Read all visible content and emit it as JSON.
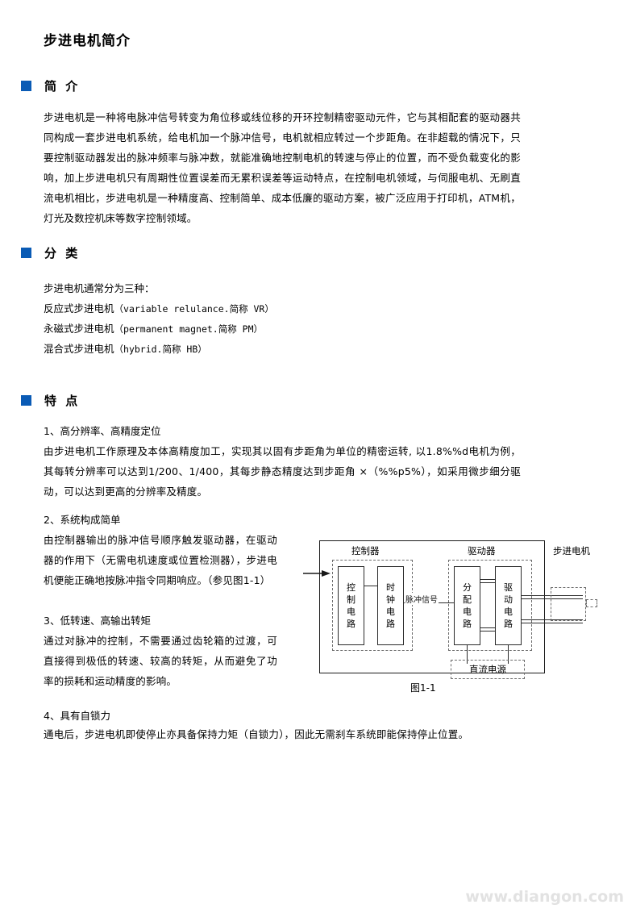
{
  "document": {
    "title": "步进电机简介",
    "watermark": "www.diangon.com"
  },
  "sections": [
    {
      "id": "intro",
      "heading": "简  介",
      "paragraph": "步进电机是一种将电脉冲信号转变为角位移或线位移的开环控制精密驱动元件，它与其相配套的驱动器共同构成一套步进电机系统，给电机加一个脉冲信号，电机就相应转过一个步距角。在非超载的情况下，只要控制驱动器发出的脉冲频率与脉冲数，就能准确地控制电机的转速与停止的位置，而不受负载变化的影响，加上步进电机只有周期性位置误差而无累积误差等运动特点，在控制电机领域，与伺服电机、无刷直流电机相比，步进电机是一种精度高、控制简单、成本低廉的驱动方案，被广泛应用于打印机，ATM机，灯光及数控机床等数字控制领域。"
    },
    {
      "id": "classification",
      "heading": "分  类",
      "lead": "步进电机通常分为三种：",
      "items": [
        {
          "cn": "反应式步进电机",
          "en": "（variable relulance.简称 VR）"
        },
        {
          "cn": "永磁式步进电机",
          "en": "（permanent magnet.简称 PM）"
        },
        {
          "cn": "混合式步进电机",
          "en": "（hybrid.简称 HB）"
        }
      ]
    },
    {
      "id": "features",
      "heading": "特  点",
      "items": [
        {
          "number": "1、高分辨率、高精度定位",
          "body": "由步进电机工作原理及本体高精度加工，实现其以固有步距角为单位的精密运转, 以1.8%%d电机为例，其每转分辨率可以达到1/200、1/400，其每步静态精度达到步距角 ×（%%p5%），如采用微步细分驱动，可以达到更高的分辨率及精度。"
        },
        {
          "number": "2、系统构成简单",
          "body": "由控制器输出的脉冲信号顺序触发驱动器，在驱动器的作用下（无需电机速度或位置检测器），步进电机便能正确地按脉冲指令同期响应。（参见图1-1）"
        },
        {
          "number": "3、低转速、高输出转矩",
          "body": "通过对脉冲的控制，不需要通过齿轮箱的过渡，可直接得到极低的转速、较高的转矩，从而避免了功率的损耗和运动精度的影响。"
        },
        {
          "number": "4、具有自锁力",
          "body": "通电后，步进电机即使停止亦具备保持力矩（自锁力），因此无需刹车系统即能保持停止位置。"
        }
      ]
    }
  ],
  "figure": {
    "caption": "图1-1",
    "controller_label": "控制器",
    "driver_label": "驱动器",
    "motor_label": "步进电机",
    "pulse_signal_label": "脉冲信号",
    "blocks": {
      "control_circuit": "控制电路",
      "clock_circuit": "时钟电路",
      "distribution_circuit": "分配电路",
      "drive_circuit": "驱动电路",
      "dc_power": "直流电源"
    }
  },
  "colors": {
    "marker_blue": "#0a5bb5",
    "line": "#2b2b2b",
    "dashed": "#6b6b6b",
    "watermark": "#e2e2e2"
  }
}
